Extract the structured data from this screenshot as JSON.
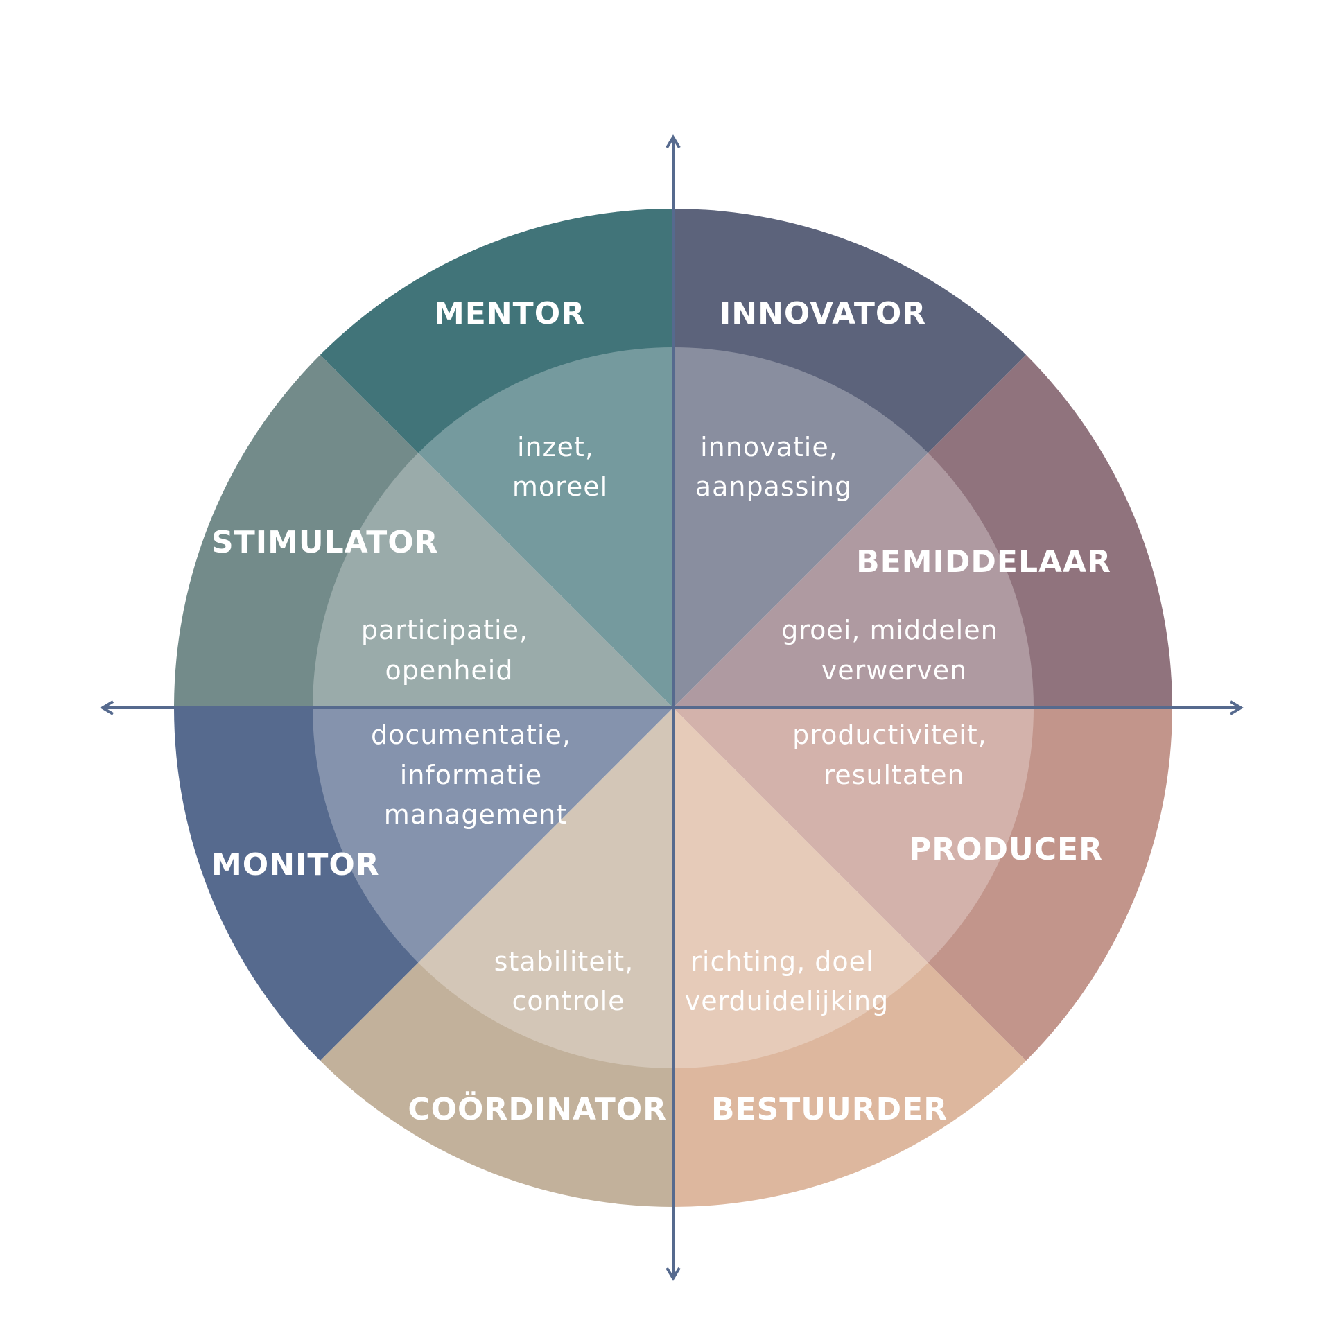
{
  "roles": {
    "mentor": "MENTOR",
    "innovator": "INNOVATOR",
    "stimulator": "STIMULATOR",
    "bemiddelaar": "BEMIDDELAAR",
    "monitor": "MONITOR",
    "producer": "PRODUCER",
    "coordinator": "COÖRDINATOR",
    "bestuurder": "BESTUURDER"
  },
  "values": {
    "mentor": [
      "inzet,",
      "moreel"
    ],
    "innovator": [
      "innovatie,",
      "aanpassing"
    ],
    "stimulator": [
      "participatie,",
      "openheid"
    ],
    "bemiddelaar": [
      "groei, middelen",
      "verwerven"
    ],
    "monitor": [
      "documentatie,",
      "informatie",
      "management"
    ],
    "producer": [
      "productiviteit,",
      "resultaten"
    ],
    "coordinator": [
      "stabiliteit,",
      "controle"
    ],
    "bestuurder": [
      "richting, doel",
      "verduidelijking"
    ]
  },
  "colors": {
    "mentor": "#417479",
    "innovator": "#5c637b",
    "stimulator": "#738b8a",
    "bemiddelaar": "#90737d",
    "monitor": "#566a8e",
    "producer": "#c2958b",
    "coordinator": "#c2b19b",
    "bestuurder": "#ddb79e",
    "axis": "#566a8e"
  }
}
